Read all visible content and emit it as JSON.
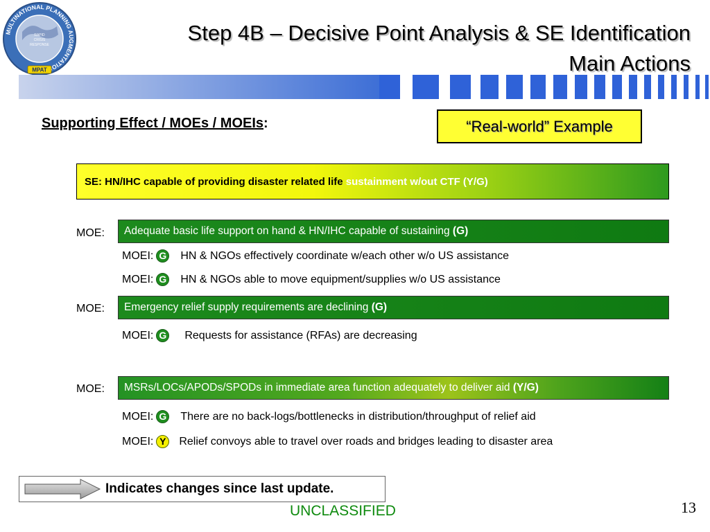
{
  "logo": {
    "ring_text": "MULTINATIONAL PLANNING AUGMENTATION TEAM",
    "center_text": [
      "RAPID",
      "CRISIS",
      "RESPONSE"
    ],
    "badge": "MPAT",
    "colors": {
      "ring": "#3b6fb8",
      "center": "#b7c7e2",
      "badge": "#f2d400"
    }
  },
  "title": {
    "line1": "Step 4B – Decisive Point Analysis & SE Identification",
    "line2": "Main Actions"
  },
  "section_label": {
    "text": "Supporting Effect / MOEs / MOEIs",
    "suffix": ":"
  },
  "callout": {
    "text": "“Real-world” Example",
    "color": "#ffff33"
  },
  "se": {
    "part1": "SE: HN/IHC capable of providing disaster related life ",
    "part2": "sustainment w/out CTF (Y/G)"
  },
  "moes": [
    {
      "label": "MOE:",
      "text": "Adequate basic life support on hand & HN/IHC capable of sustaining ",
      "status": "(G)",
      "moeis": [
        {
          "label": "MOEI:",
          "status": "G",
          "text": "HN & NGOs effectively coordinate w/each other w/o US assistance"
        },
        {
          "label": "MOEI:",
          "status": "G",
          "text": "HN & NGOs able to move equipment/supplies w/o US assistance"
        }
      ]
    },
    {
      "label": "MOE:",
      "text": "Emergency relief supply requirements are declining ",
      "status": "(G)",
      "moeis": [
        {
          "label": "MOEI:",
          "status": "G",
          "text": "Requests for assistance (RFAs) are decreasing"
        }
      ]
    },
    {
      "label": "MOE:",
      "text": "MSRs/LOCs/APODs/SPODs in immediate area function adequately to deliver aid ",
      "status": "(Y/G)",
      "moeis": [
        {
          "label": "MOEI:",
          "status": "G",
          "text": "There are no back-logs/bottlenecks in distribution/throughput of relief aid"
        },
        {
          "label": "MOEI:",
          "status": "Y",
          "text": "Relief convoys able to travel over roads and bridges leading to disaster area"
        }
      ]
    }
  ],
  "legend": {
    "text": "Indicates changes since last update."
  },
  "footer": {
    "classification": "UNCLASSIFIED",
    "page_number": "13"
  },
  "colors": {
    "status_green": "#1e8e1e",
    "status_yellow": "#f4ef00",
    "banner_blue": "#2f62d8",
    "classification": "#0e8a0e"
  }
}
